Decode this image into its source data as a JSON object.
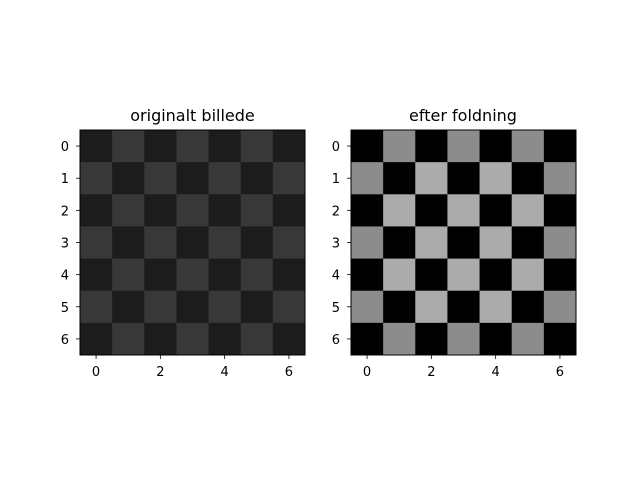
{
  "chart_data": [
    {
      "type": "heatmap",
      "title": "originalt billede",
      "xlabel": "",
      "ylabel": "",
      "colormap": "gray",
      "vmin": 0,
      "vmax": 1,
      "xlim": [
        -0.5,
        6.5
      ],
      "ylim": [
        6.5,
        -0.5
      ],
      "xticks": [
        0,
        2,
        4,
        6
      ],
      "yticks": [
        0,
        1,
        2,
        3,
        4,
        5,
        6
      ],
      "grid": false,
      "values": [
        [
          0.11,
          0.22,
          0.11,
          0.22,
          0.11,
          0.22,
          0.11
        ],
        [
          0.22,
          0.11,
          0.22,
          0.11,
          0.22,
          0.11,
          0.22
        ],
        [
          0.11,
          0.22,
          0.11,
          0.22,
          0.11,
          0.22,
          0.11
        ],
        [
          0.22,
          0.11,
          0.22,
          0.11,
          0.22,
          0.11,
          0.22
        ],
        [
          0.11,
          0.22,
          0.11,
          0.22,
          0.11,
          0.22,
          0.11
        ],
        [
          0.22,
          0.11,
          0.22,
          0.11,
          0.22,
          0.11,
          0.22
        ],
        [
          0.11,
          0.22,
          0.11,
          0.22,
          0.11,
          0.22,
          0.11
        ]
      ]
    },
    {
      "type": "heatmap",
      "title": "efter foldning",
      "xlabel": "",
      "ylabel": "",
      "colormap": "gray",
      "vmin": 0,
      "vmax": 1,
      "xlim": [
        -0.5,
        6.5
      ],
      "ylim": [
        6.5,
        -0.5
      ],
      "xticks": [
        0,
        2,
        4,
        6
      ],
      "yticks": [
        0,
        1,
        2,
        3,
        4,
        5,
        6
      ],
      "grid": false,
      "values": [
        [
          0.0,
          0.55,
          0.0,
          0.55,
          0.0,
          0.55,
          0.0
        ],
        [
          0.55,
          0.0,
          0.67,
          0.0,
          0.67,
          0.0,
          0.55
        ],
        [
          0.0,
          0.67,
          0.0,
          0.67,
          0.0,
          0.67,
          0.0
        ],
        [
          0.55,
          0.0,
          0.67,
          0.0,
          0.67,
          0.0,
          0.55
        ],
        [
          0.0,
          0.67,
          0.0,
          0.67,
          0.0,
          0.67,
          0.0
        ],
        [
          0.55,
          0.0,
          0.67,
          0.0,
          0.67,
          0.0,
          0.55
        ],
        [
          0.0,
          0.55,
          0.0,
          0.55,
          0.0,
          0.55,
          0.0
        ]
      ]
    }
  ]
}
